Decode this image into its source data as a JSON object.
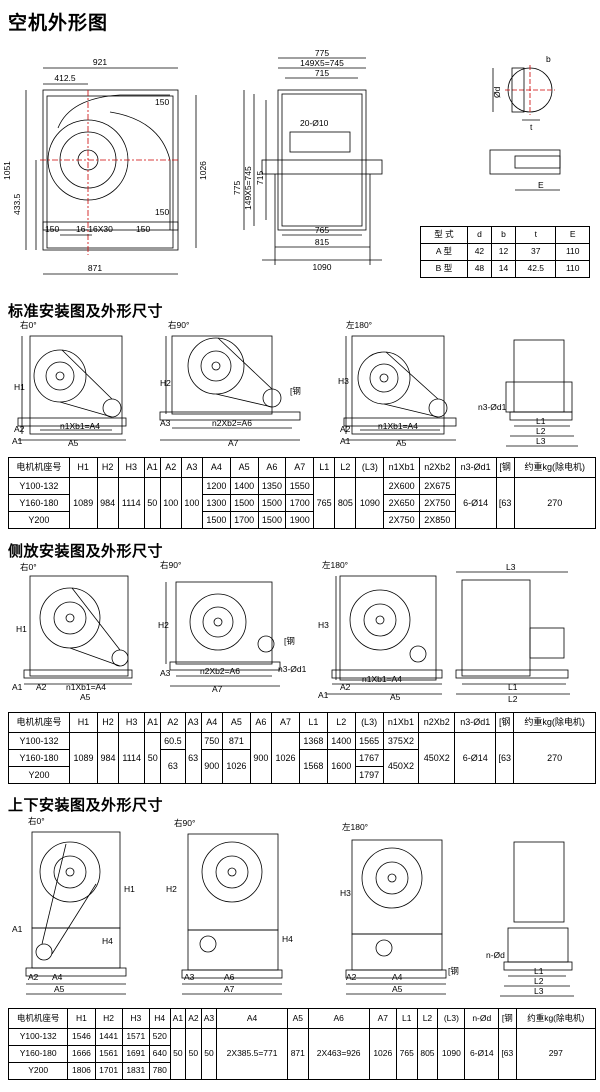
{
  "titles": {
    "main": "空机外形图",
    "standard": "标准安装图及外形尺寸",
    "side": "侧放安装图及外形尺寸",
    "updown": "上下安装图及外形尺寸"
  },
  "top_dims": {
    "w921": "921",
    "w412": "412.5",
    "h1051": "1051",
    "h433": "433.5",
    "h1026": "1026",
    "d150a": "150",
    "d150b": "150",
    "d150c": "150",
    "d150d": "150",
    "holes": "16-16X30",
    "w871": "871",
    "w775": "775",
    "w149": "149X5=745",
    "w715": "715",
    "h775": "775",
    "h149": "149X5=745",
    "h715": "715",
    "holes2": "20-Ø10",
    "w765": "765",
    "w815": "815",
    "w1090": "1090",
    "phi": "Ød",
    "b": "b",
    "t": "t",
    "e": "E"
  },
  "type_table": {
    "header": [
      "型 式",
      "d",
      "b",
      "t",
      "E"
    ],
    "rows": [
      [
        "A 型",
        "42",
        "12",
        "37",
        "110"
      ],
      [
        "B 型",
        "48",
        "14",
        "42.5",
        "110"
      ]
    ]
  },
  "views": {
    "r0": "右0°",
    "r90": "右90°",
    "l180": "左180°",
    "r0b": "右0°",
    "r90b": "右90°",
    "l180b": "左180°",
    "r0c": "右0°",
    "r90c": "右90°",
    "l180c": "左180°"
  },
  "std_labels": {
    "H1": "H1",
    "H2": "H2",
    "H3": "H3",
    "A1": "A1",
    "A2": "A2",
    "A3": "A3",
    "A5": "A5",
    "A7": "A7",
    "n1": "n1Xb1=A4",
    "n2": "n2Xb2=A6",
    "n1b": "n1Xb1=A4",
    "steel": "[钢",
    "n3": "n3-Ød1",
    "L1": "L1",
    "L2": "L2",
    "L3": "L3",
    "A1b": "A1",
    "A2b": "A2",
    "A5b": "A5"
  },
  "std_table": {
    "header": [
      "电机机座号",
      "H1",
      "H2",
      "H3",
      "A1",
      "A2",
      "A3",
      "A4",
      "A5",
      "A6",
      "A7",
      "L1",
      "L2",
      "(L3)",
      "n1Xb1",
      "n2Xb2",
      "n3-Ød1",
      "[钢",
      "约重kg(除电机)"
    ],
    "models": [
      "Y100-132",
      "Y160-180",
      "Y200"
    ],
    "H1": "1089",
    "H2": "984",
    "H3": "1114",
    "A1": "50",
    "A2": "100",
    "A3": "100",
    "A4": [
      "1200",
      "1300",
      "1500"
    ],
    "A5": [
      "1400",
      "1500",
      "1700"
    ],
    "A6": [
      "1350",
      "1500",
      "1500"
    ],
    "A7": [
      "1550",
      "1700",
      "1900"
    ],
    "L1": "765",
    "L2": "805",
    "L3": "1090",
    "n1": [
      "2X600",
      "2X650",
      "2X750"
    ],
    "n2": [
      "2X675",
      "2X750",
      "2X850"
    ],
    "n3": "6-Ø14",
    "steel": "[63",
    "weight": "270"
  },
  "side_labels": {
    "H1": "H1",
    "H2": "H2",
    "H3": "H3",
    "A1": "A1",
    "A2": "A2",
    "A3": "A3",
    "A5": "A5",
    "A7": "A7",
    "n1": "n1Xb1=A4",
    "n2": "n2Xb2=A6",
    "n1b": "n1Xb1=A4",
    "steel": "[钢",
    "n3": "n3-Ød1",
    "L1": "L1",
    "L2": "L2",
    "L3": "L3",
    "A1b": "A1",
    "A2b": "A2",
    "A5b": "A5"
  },
  "side_table": {
    "header": [
      "电机机座号",
      "H1",
      "H2",
      "H3",
      "A1",
      "A2",
      "A3",
      "A4",
      "A5",
      "A6",
      "A7",
      "L1",
      "L2",
      "(L3)",
      "n1Xb1",
      "n2Xb2",
      "n3-Ød1",
      "[钢",
      "约重kg(除电机)"
    ],
    "models": [
      "Y100-132",
      "Y160-180",
      "Y200"
    ],
    "H1": "1089",
    "H2": "984",
    "H3": "1114",
    "A1": "50",
    "A2": [
      "60.5",
      "63"
    ],
    "A3": "63",
    "A4": [
      "750",
      "900"
    ],
    "A5": [
      "871",
      "1026"
    ],
    "A6": "900",
    "A7": "1026",
    "L1": [
      "1368",
      "1568"
    ],
    "L2": [
      "1400",
      "1600"
    ],
    "L3": [
      "1565",
      "1767",
      "1797"
    ],
    "n1": [
      "375X2",
      "450X2"
    ],
    "n2": "450X2",
    "n3": "6-Ø14",
    "steel": "[63",
    "weight": "270"
  },
  "updown_labels": {
    "H1": "H1",
    "H2": "H2",
    "H3": "H3",
    "H4": "H4",
    "H4b": "H4",
    "A1": "A1",
    "A2": "A2",
    "A3": "A3",
    "A4": "A4",
    "A5": "A5",
    "A6": "A6",
    "A7": "A7",
    "A4b": "A4",
    "A5b": "A5",
    "A2b": "A2",
    "steel": "[钢",
    "nd": "n-Ød",
    "L1": "L1",
    "L2": "L2",
    "L3": "L3"
  },
  "updown_table": {
    "header": [
      "电机机座号",
      "H1",
      "H2",
      "H3",
      "H4",
      "A1",
      "A2",
      "A3",
      "A4",
      "A5",
      "A6",
      "A7",
      "L1",
      "L2",
      "(L3)",
      "n-Ød",
      "[钢",
      "约重kg(除电机)"
    ],
    "models": [
      "Y100-132",
      "Y160-180",
      "Y200"
    ],
    "H1": [
      "1546",
      "1666",
      "1806"
    ],
    "H2": [
      "1441",
      "1561",
      "1701"
    ],
    "H3": [
      "1571",
      "1691",
      "1831"
    ],
    "H4": [
      "520",
      "640",
      "780"
    ],
    "A1": "50",
    "A2": "50",
    "A3": "50",
    "A4": "2X385.5=771",
    "A5": "871",
    "A6": "2X463=926",
    "A7": "1026",
    "L1": "765",
    "L2": "805",
    "L3": "1090",
    "nd": "6-Ø14",
    "steel": "[63",
    "weight": "297"
  }
}
